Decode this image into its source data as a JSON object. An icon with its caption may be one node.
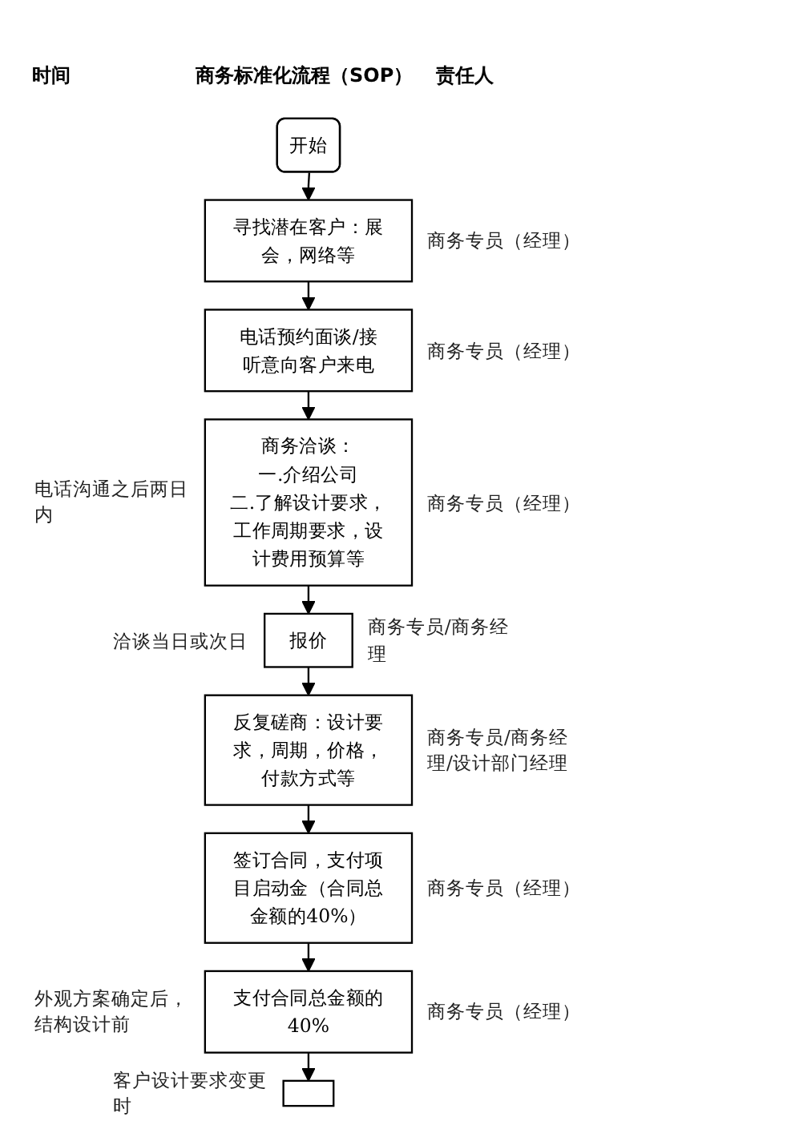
{
  "diagram": {
    "nodes": [
      {
        "text": [
          "开始"
        ]
      },
      {
        "text": [
          "寻找潜在客户：展会，网络等"
        ],
        "beside": [
          "商务专员（经理）"
        ]
      },
      {
        "text": [
          "电话预约面谈/接听意向客户来电"
        ],
        "beside": [
          "商务专员（经理）"
        ]
      },
      {
        "text": [
          "商务洽谈：",
          "一.介绍公司",
          "二.了解设计要求，工作周期要求，设计费用预算等"
        ],
        "beside": [
          "电话沟通之后两日内",
          "商务专员（经理）"
        ]
      },
      {
        "text": [
          "报价"
        ],
        "beside": [
          "洽谈当日或次日",
          "商务专员/商务经理"
        ]
      },
      {
        "text": [
          "反复磋商：设计要求，周期，价格，付款方式等"
        ],
        "beside": [
          "商务专员/商务经理/设计部门经理"
        ]
      },
      {
        "text": [
          "签订合同，支付项目启动金（合同总金额的40%）"
        ],
        "beside": [
          "商务专员（经理）"
        ]
      },
      {
        "text": [
          "支付合同总金额的40%"
        ],
        "beside": [
          "外观方案确定后，结构设计前",
          "商务专员（经理）"
        ]
      },
      {
        "text": [],
        "shape": "box",
        "beside": [
          "客户设计要求变更时"
        ]
      }
    ],
    "edges": [
      {
        "from": 0,
        "to": 1,
        "arrow": "to"
      },
      {
        "from": 1,
        "to": 2,
        "arrow": "to"
      },
      {
        "from": 2,
        "to": 3,
        "arrow": "to"
      },
      {
        "from": 3,
        "to": 4,
        "arrow": "to"
      },
      {
        "from": 4,
        "to": 5,
        "arrow": "to"
      },
      {
        "from": 5,
        "to": 6,
        "arrow": "to"
      },
      {
        "from": 6,
        "to": 7,
        "arrow": "to"
      },
      {
        "from": 7,
        "to": 8,
        "arrow": "to"
      }
    ],
    "labels": [
      "时间",
      "商务标准化流程（SOP）",
      "责任人"
    ]
  }
}
